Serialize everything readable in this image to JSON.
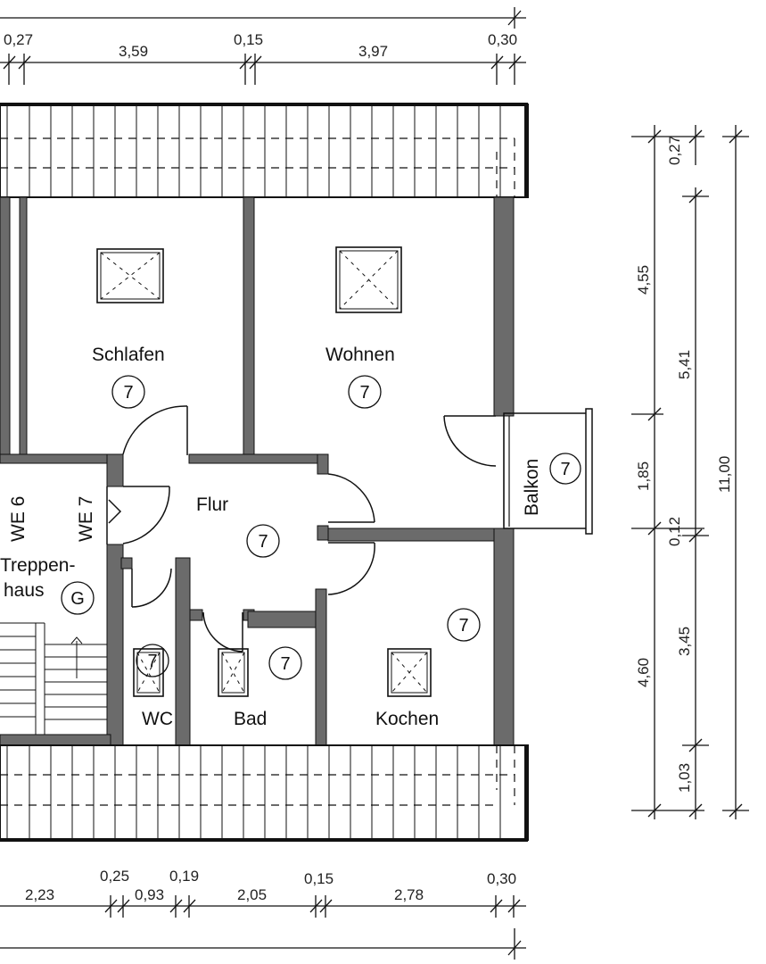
{
  "dimensions": {
    "top": [
      "0,27",
      "3,59",
      "0,15",
      "3,97",
      "0,30"
    ],
    "bottom": [
      "2,23",
      "0,25",
      "0,93",
      "0,19",
      "2,05",
      "0,15",
      "2,78",
      "0,30"
    ],
    "right_inner": [
      "0,27",
      "4,55",
      "1,85",
      "0,12",
      "4,60"
    ],
    "right_middle": [
      "5,41",
      "3,45",
      "1,03"
    ],
    "right_outer": [
      "11,00"
    ]
  },
  "rooms": {
    "schlafen": "Schlafen",
    "wohnen": "Wohnen",
    "flur": "Flur",
    "treppen1": "Treppen-",
    "treppen2": "haus",
    "we6": "WE 6",
    "we7": "WE 7",
    "wc": "WC",
    "bad": "Bad",
    "kochen": "Kochen",
    "balkon": "Balkon"
  },
  "markers": {
    "schlafen": "7",
    "wohnen": "7",
    "flur": "7",
    "balkon": "7",
    "kochen": "7",
    "wc": "7",
    "bad": "7",
    "treppenhaus": "G"
  }
}
